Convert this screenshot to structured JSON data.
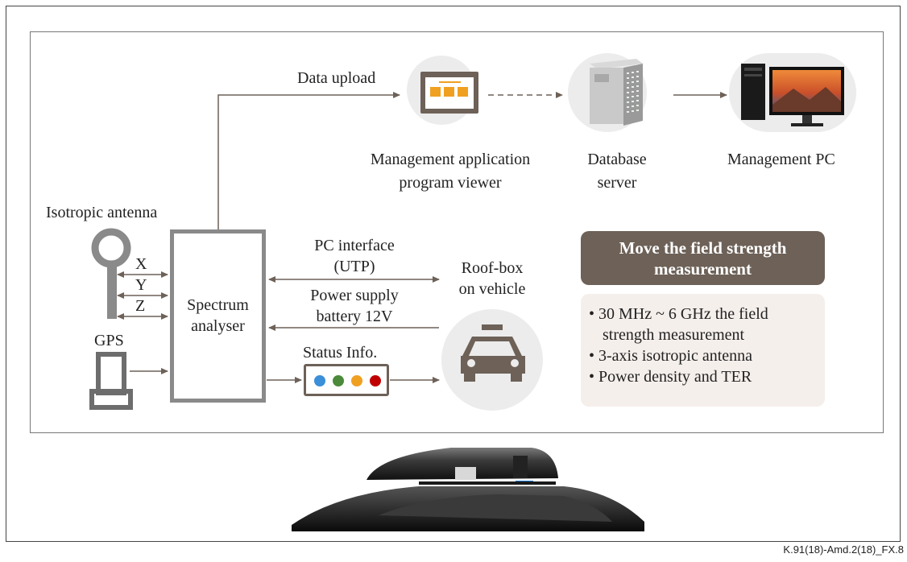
{
  "figure_ref": "K.91(18)-Amd.2(18)_FX.8",
  "labels": {
    "data_upload": "Data upload",
    "viewer_line1": "Management application",
    "viewer_line2": "program viewer",
    "db_line1": "Database",
    "db_line2": "server",
    "management_pc": "Management PC",
    "isotropic_antenna": "Isotropic antenna",
    "axis_x": "X",
    "axis_y": "Y",
    "axis_z": "Z",
    "gps": "GPS",
    "spectrum_line1": "Spectrum",
    "spectrum_line2": "analyser",
    "pc_interface_line1": "PC interface",
    "pc_interface_line2": "(UTP)",
    "power_line1": "Power supply",
    "power_line2": "battery 12V",
    "status_info": "Status Info.",
    "roofbox_line1": "Roof-box",
    "roofbox_line2": "on vehicle"
  },
  "panel": {
    "title_line1": "Move the field strength",
    "title_line2": "measurement",
    "items": [
      "• 30 MHz ~ 6 GHz the field",
      "  strength measurement",
      "• 3-axis isotropic antenna",
      "• Power density and TER"
    ]
  },
  "icons": {
    "viewer": "application-window-icon",
    "database": "server-rack-icon",
    "pc": "desktop-computer-icon",
    "antenna": "isotropic-antenna-icon",
    "gps": "gps-receiver-icon",
    "vehicle": "car-icon",
    "roofbox_photo": "car-roof-box-photo"
  },
  "colors": {
    "accent": "#6d6158",
    "panel_bg": "#f5efec",
    "circle_bg": "#ececec",
    "box_gray": "#8a8a8a",
    "status_dots": [
      "#3a8fd8",
      "#4a8a3a",
      "#f0a020",
      "#c00000"
    ]
  }
}
